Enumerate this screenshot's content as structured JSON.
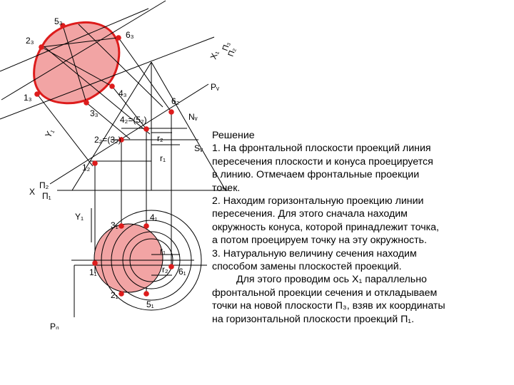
{
  "labels": {
    "p2_5": "5₃",
    "p2_2": "2₃",
    "p2_6": "6₃",
    "p2_1": "1₃",
    "p2_4": "4₃",
    "p2_3": "3₃",
    "axis_x1": "X₁",
    "axis_x1_p3": "П₃",
    "axis_x1_p2": "П₂",
    "pv": "Pᵥ",
    "n_v": "Nᵥ",
    "s_v": "Sᵥ",
    "f6": "6₂",
    "f4": "4₂=(5₂)",
    "f2": "2₂=(3₂)",
    "f1": "1₂",
    "r2_top": "r₂",
    "r1_top": "r₁",
    "y1_diag": "Y₁",
    "x": "X",
    "x_p2": "П₂",
    "x_p1": "П₁",
    "y1": "Y₁",
    "h3": "3₁",
    "h4": "4₁",
    "h1": "1₁",
    "h6": "6₁",
    "h2": "2₁",
    "h5": "5₁",
    "r1_bot": "r₁",
    "r2_bot": "r₂",
    "ph": "Pₙ"
  },
  "text": {
    "heading": "Решение",
    "lines": [
      "1. На фронтальной плоскости проекций линия",
      "пересечения плоскости и конуса проецируется",
      "в линию. Отмечаем фронтальные проекции",
      "точек.",
      "2. Находим горизонтальную проекцию линии",
      "пересечения. Для этого сначала находим",
      "окружность конуса, которой принадлежит точка,",
      "а потом проецируем точку на эту окружность.",
      "3. Натуральную величину сечения находим",
      "способом замены плоскостей проекций."
    ],
    "indent_line": "Для этого проводим ось X₁ параллельно",
    "lines2": [
      "фронтальной проекции сечения и откладываем",
      "точки на новой плоскости П₃, взяв их координаты",
      "на горизонтальной плоскости проекций П₁."
    ]
  },
  "colors": {
    "section_fill": "#f2a4a4",
    "section_stroke": "#dd1c1c",
    "point": "#dd1c1c",
    "line": "#000000"
  }
}
